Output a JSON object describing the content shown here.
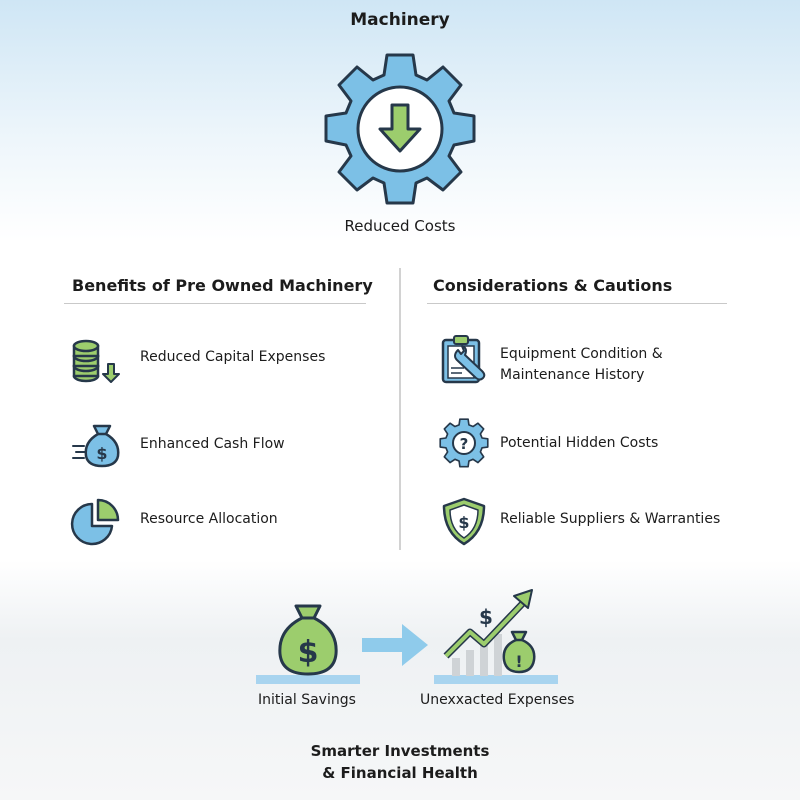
{
  "header": {
    "title": "Machinery",
    "caption": "Reduced Costs"
  },
  "benefits": {
    "heading": "Benefits of Pre Owned Machinery",
    "items": [
      {
        "label": "Reduced Capital Expenses",
        "icon": "coin-stack-down-icon"
      },
      {
        "label": "Enhanced Cash Flow",
        "icon": "money-bag-icon"
      },
      {
        "label": "Resource Allocation",
        "icon": "pie-chart-icon"
      }
    ]
  },
  "considerations": {
    "heading": "Considerations & Cautions",
    "items": [
      {
        "line1": "Equipment Condition &",
        "line2": "Maintenance History",
        "icon": "clipboard-wrench-icon"
      },
      {
        "label": "Potential Hidden Costs",
        "icon": "question-gear-icon"
      },
      {
        "label": "Reliable Suppliers & Warranties",
        "icon": "shield-dollar-icon"
      }
    ]
  },
  "flow": {
    "left_label": "Initial Savings",
    "right_label": "Unexxacted Expenses"
  },
  "footer": {
    "line1": "Smarter Investments",
    "line2": "& Financial Health"
  },
  "colors": {
    "blue": "#7cc0e6",
    "green": "#9ccd6d",
    "outline": "#26384a"
  }
}
